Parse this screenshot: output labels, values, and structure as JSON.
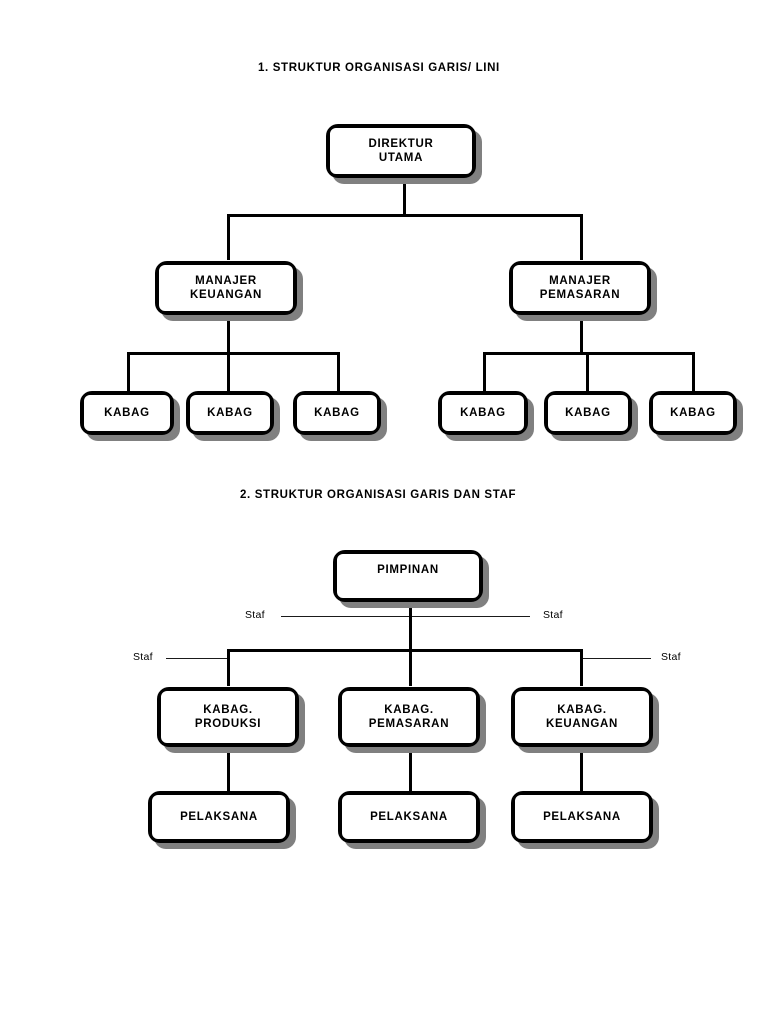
{
  "page": {
    "background_color": "#ffffff",
    "box_fill_color": "#ffffff",
    "box_border_color": "#000000",
    "box_shadow_color": "#808080",
    "line_color": "#000000"
  },
  "charts": [
    {
      "id": "chart-1",
      "title": "1.  STRUKTUR ORGANISASI GARIS/ LINI",
      "type": "org-chart",
      "nodes": {
        "root": "DIREKTUR\nUTAMA",
        "managers": [
          "MANAJER\nKEUANGAN",
          "MANAJER\nPEMASARAN"
        ],
        "kabag_left": [
          "KABAG",
          "KABAG",
          "KABAG"
        ],
        "kabag_right": [
          "KABAG",
          "KABAG",
          "KABAG"
        ]
      }
    },
    {
      "id": "chart-2",
      "title": "2.  STRUKTUR ORGANISASI GARIS DAN STAF",
      "type": "org-chart",
      "nodes": {
        "root": "PIMPINAN",
        "kabags": [
          "KABAG.\nPRODUKSI",
          "KABAG.\nPEMASARAN",
          "KABAG.\nKEUANGAN"
        ],
        "pelaksana": [
          "PELAKSANA",
          "PELAKSANA",
          "PELAKSANA"
        ]
      },
      "staff_labels": {
        "upper_left": "Staf",
        "upper_right": "Staf",
        "lower_left": "Staf",
        "lower_right": "Staf"
      }
    }
  ]
}
